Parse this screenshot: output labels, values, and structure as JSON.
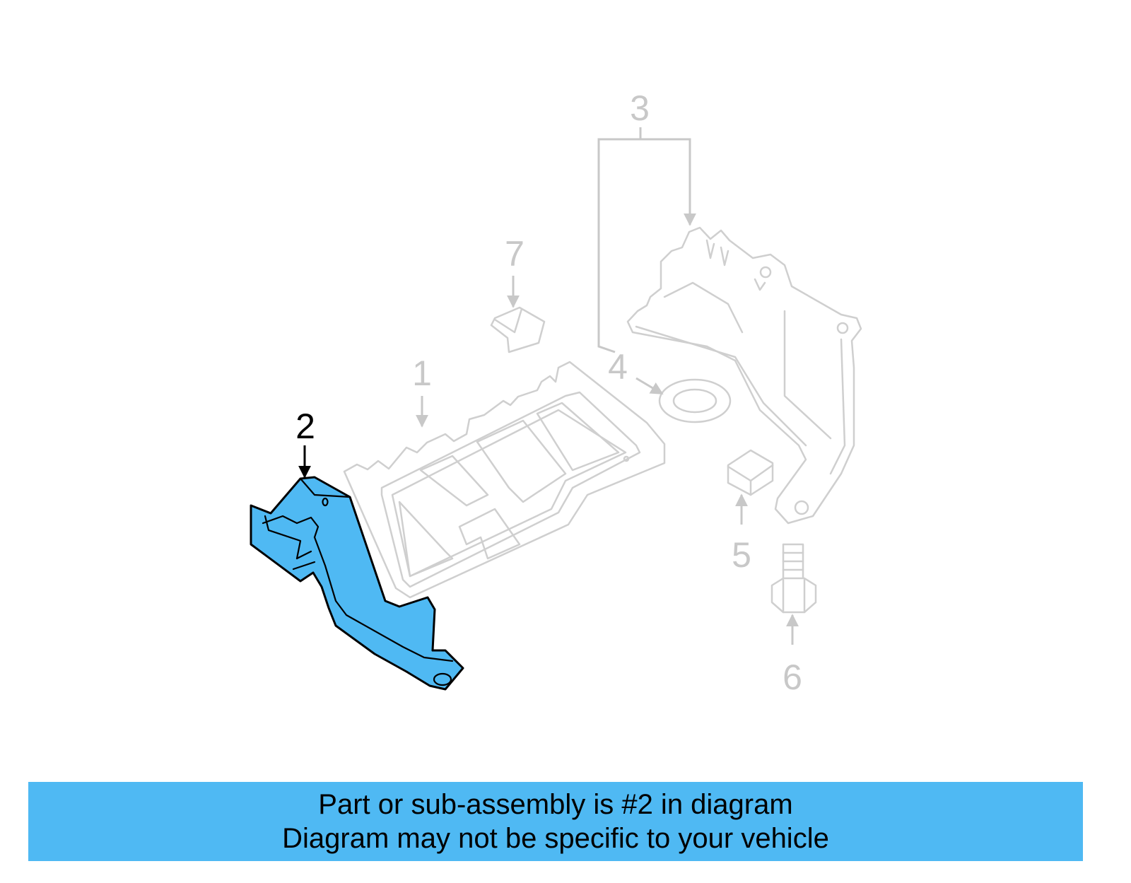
{
  "callouts": {
    "c1": "1",
    "c2": "2",
    "c3": "3",
    "c4": "4",
    "c5": "5",
    "c6": "6",
    "c7": "7"
  },
  "banner": {
    "line1": "Part or sub-assembly is #2 in diagram",
    "line2": "Diagram may not be specific to your vehicle"
  },
  "colors": {
    "highlight": "#4fb9f3",
    "ghost_line": "#cfcfcf",
    "callout_dim": "#c8c8c8",
    "callout_active": "#000000"
  }
}
